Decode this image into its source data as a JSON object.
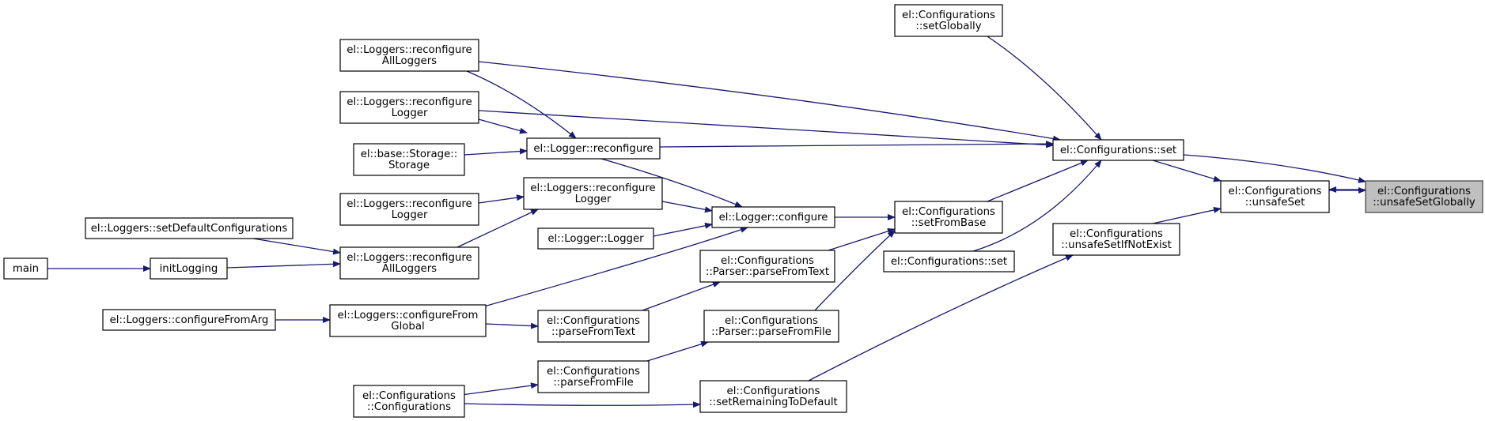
{
  "graph": {
    "edge_color": "#191970",
    "focus_color": "#bfbfbf",
    "nodes": [
      {
        "id": "n_usg",
        "lines": [
          "el::Configurations",
          "::unsafeSetGlobally"
        ],
        "focus": true
      },
      {
        "id": "n_us",
        "lines": [
          "el::Configurations",
          "::unsafeSet"
        ]
      },
      {
        "id": "n_set",
        "lines": [
          "el::Configurations::set"
        ]
      },
      {
        "id": "n_usine",
        "lines": [
          "el::Configurations",
          "::unsafeSetIfNotExist"
        ]
      },
      {
        "id": "n_sg",
        "lines": [
          "el::Configurations",
          "::setGlobally"
        ]
      },
      {
        "id": "n_sfb",
        "lines": [
          "el::Configurations",
          "::setFromBase"
        ]
      },
      {
        "id": "n_set2",
        "lines": [
          "el::Configurations::set"
        ]
      },
      {
        "id": "n_srtd",
        "lines": [
          "el::Configurations",
          "::setRemainingToDefault"
        ]
      },
      {
        "id": "n_rall1",
        "lines": [
          "el::Loggers::reconfigure",
          "AllLoggers"
        ]
      },
      {
        "id": "n_rl1",
        "lines": [
          "el::Loggers::reconfigure",
          "Logger"
        ]
      },
      {
        "id": "n_lrc",
        "lines": [
          "el::Logger::reconfigure"
        ]
      },
      {
        "id": "n_stor",
        "lines": [
          "el::base::Storage::",
          "Storage"
        ]
      },
      {
        "id": "n_lcfg",
        "lines": [
          "el::Logger::configure"
        ]
      },
      {
        "id": "n_rl2",
        "lines": [
          "el::Loggers::reconfigure",
          "Logger"
        ]
      },
      {
        "id": "n_rl3",
        "lines": [
          "el::Loggers::reconfigure",
          "Logger"
        ]
      },
      {
        "id": "n_ll",
        "lines": [
          "el::Logger::Logger"
        ]
      },
      {
        "id": "n_rall2",
        "lines": [
          "el::Loggers::reconfigure",
          "AllLoggers"
        ]
      },
      {
        "id": "n_sdc",
        "lines": [
          "el::Loggers::setDefaultConfigurations"
        ]
      },
      {
        "id": "n_init",
        "lines": [
          "initLogging"
        ]
      },
      {
        "id": "n_main",
        "lines": [
          "main"
        ]
      },
      {
        "id": "n_ppt",
        "lines": [
          "el::Configurations",
          "::Parser::parseFromText"
        ]
      },
      {
        "id": "n_pft",
        "lines": [
          "el::Configurations",
          "::parseFromText"
        ]
      },
      {
        "id": "n_ppf",
        "lines": [
          "el::Configurations",
          "::Parser::parseFromFile"
        ]
      },
      {
        "id": "n_pff",
        "lines": [
          "el::Configurations",
          "::parseFromFile"
        ]
      },
      {
        "id": "n_cfg",
        "lines": [
          "el::Configurations",
          "::Configurations"
        ]
      },
      {
        "id": "n_cfa",
        "lines": [
          "el::Loggers::configureFromArg"
        ]
      },
      {
        "id": "n_cfg2",
        "lines": [
          "el::Loggers::configureFrom",
          "Global"
        ]
      }
    ],
    "edges": [
      {
        "from": "n_us",
        "to": "n_usg"
      },
      {
        "from": "n_usg",
        "to": "n_us"
      },
      {
        "from": "n_set",
        "to": "n_usg"
      },
      {
        "from": "n_set",
        "to": "n_us"
      },
      {
        "from": "n_usine",
        "to": "n_us"
      },
      {
        "from": "n_sg",
        "to": "n_set"
      },
      {
        "from": "n_rall1",
        "to": "n_set"
      },
      {
        "from": "n_rl1",
        "to": "n_set"
      },
      {
        "from": "n_lrc",
        "to": "n_set"
      },
      {
        "from": "n_sfb",
        "to": "n_set"
      },
      {
        "from": "n_set2",
        "to": "n_set"
      },
      {
        "from": "n_srtd",
        "to": "n_usine"
      },
      {
        "from": "n_rall1",
        "to": "n_lrc"
      },
      {
        "from": "n_rl1",
        "to": "n_lrc"
      },
      {
        "from": "n_stor",
        "to": "n_lrc"
      },
      {
        "from": "n_lcfg",
        "to": "n_lrc"
      },
      {
        "from": "n_lcfg",
        "to": "n_sfb"
      },
      {
        "from": "n_rl2",
        "to": "n_lcfg"
      },
      {
        "from": "n_ll",
        "to": "n_lcfg"
      },
      {
        "from": "n_cfg2",
        "to": "n_lcfg"
      },
      {
        "from": "n_ppt",
        "to": "n_sfb"
      },
      {
        "from": "n_ppf",
        "to": "n_sfb"
      },
      {
        "from": "n_rl3",
        "to": "n_rl2"
      },
      {
        "from": "n_rall2",
        "to": "n_rl2"
      },
      {
        "from": "n_sdc",
        "to": "n_rall2"
      },
      {
        "from": "n_init",
        "to": "n_rall2"
      },
      {
        "from": "n_main",
        "to": "n_init"
      },
      {
        "from": "n_pft",
        "to": "n_ppt"
      },
      {
        "from": "n_cfg2",
        "to": "n_pft"
      },
      {
        "from": "n_cfa",
        "to": "n_cfg2"
      },
      {
        "from": "n_pff",
        "to": "n_ppf"
      },
      {
        "from": "n_cfg",
        "to": "n_pff"
      },
      {
        "from": "n_cfg",
        "to": "n_srtd"
      }
    ]
  }
}
